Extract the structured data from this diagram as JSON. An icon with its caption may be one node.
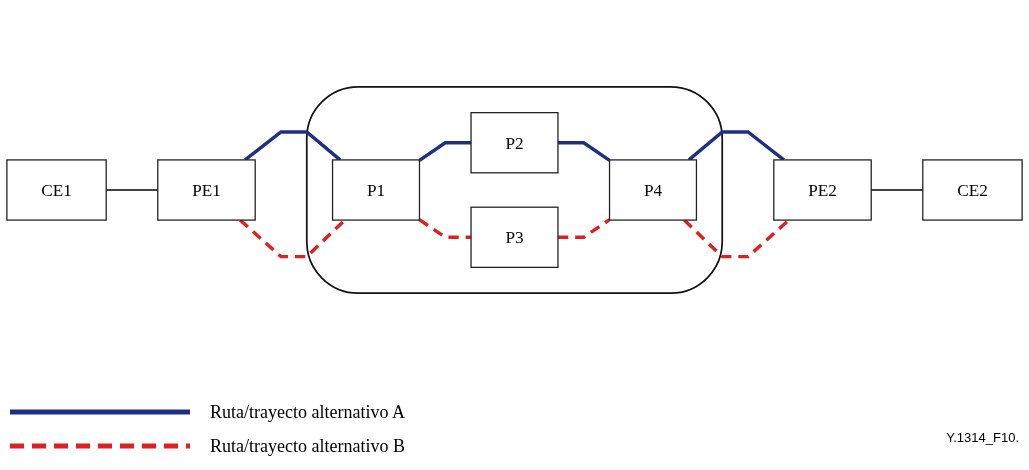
{
  "diagram": {
    "nodes": [
      {
        "text": [],
        "shape": "cloud"
      },
      {
        "text": [
          "CE1"
        ]
      },
      {
        "text": [
          "PE1"
        ]
      },
      {
        "text": [
          "P1"
        ],
        "in": 0
      },
      {
        "text": [
          "P2"
        ],
        "in": 0
      },
      {
        "text": [
          "P3"
        ],
        "in": 0
      },
      {
        "text": [
          "P4"
        ],
        "in": 0
      },
      {
        "text": [
          "PE2"
        ]
      },
      {
        "text": [
          "CE2"
        ]
      }
    ],
    "edges": [
      {
        "from": 1,
        "to": 2,
        "arrow": "none",
        "color": "#000000"
      },
      {
        "from": 2,
        "to": 3,
        "arrow": "none",
        "color": "#1f2f85"
      },
      {
        "from": 2,
        "to": 3,
        "arrow": "none",
        "style": "dashed",
        "color": "#e02020"
      },
      {
        "from": 3,
        "to": 4,
        "arrow": "none",
        "color": "#1f2f85"
      },
      {
        "from": 3,
        "to": 5,
        "arrow": "none",
        "style": "dashed",
        "color": "#e02020"
      },
      {
        "from": 4,
        "to": 6,
        "arrow": "none",
        "color": "#1f2f85"
      },
      {
        "from": 5,
        "to": 6,
        "arrow": "none",
        "style": "dashed",
        "color": "#e02020"
      },
      {
        "from": 6,
        "to": 7,
        "arrow": "none",
        "color": "#1f2f85"
      },
      {
        "from": 6,
        "to": 7,
        "arrow": "none",
        "style": "dashed",
        "color": "#e02020"
      },
      {
        "from": 7,
        "to": 8,
        "arrow": "none",
        "color": "#000000"
      }
    ],
    "labels": [
      "Y.1314_F10."
    ],
    "legend": [
      {
        "text": "Ruta/trayecto alternativo A"
      },
      {
        "text": "Ruta/trayecto alternativo B"
      }
    ]
  }
}
